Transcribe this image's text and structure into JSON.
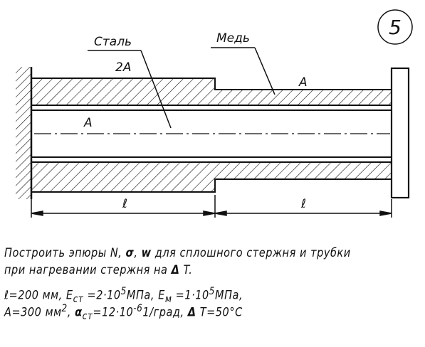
{
  "figure": {
    "number": "5",
    "material_left": "Сталь",
    "area_left": "2A",
    "material_right": "Медь",
    "area_right": "A",
    "area_rod": "A",
    "length_left": "ℓ",
    "length_right": "ℓ"
  },
  "task": {
    "line1_a": "Построить эпюры N, ",
    "line1_sigma": "σ",
    "line1_b": ", ",
    "line1_w": "w",
    "line1_c": " для сплошного стержня и трубки",
    "line2_a": "при нагревании стержня на ",
    "line2_delta": "Δ",
    "line2_b": "T."
  },
  "params": {
    "l_text": "ℓ=200 мм, E",
    "E_st_sub": "ст",
    "E_st_mid": " =2·10",
    "E_st_exp": "5",
    "E_st_unit": "МПа, E",
    "E_m_sub": "м",
    "E_m_mid": " =1·10",
    "E_m_exp": "5",
    "E_m_unit": "МПа,",
    "A_text": "A=300 мм",
    "A_exp": "2",
    "A_sep": ", ",
    "alpha": "α",
    "alpha_sub": "ст",
    "alpha_mid": "=12·10",
    "alpha_exp": "-6",
    "alpha_unit": "1/град, ",
    "delta": "Δ",
    "dT": " T=50°C"
  }
}
